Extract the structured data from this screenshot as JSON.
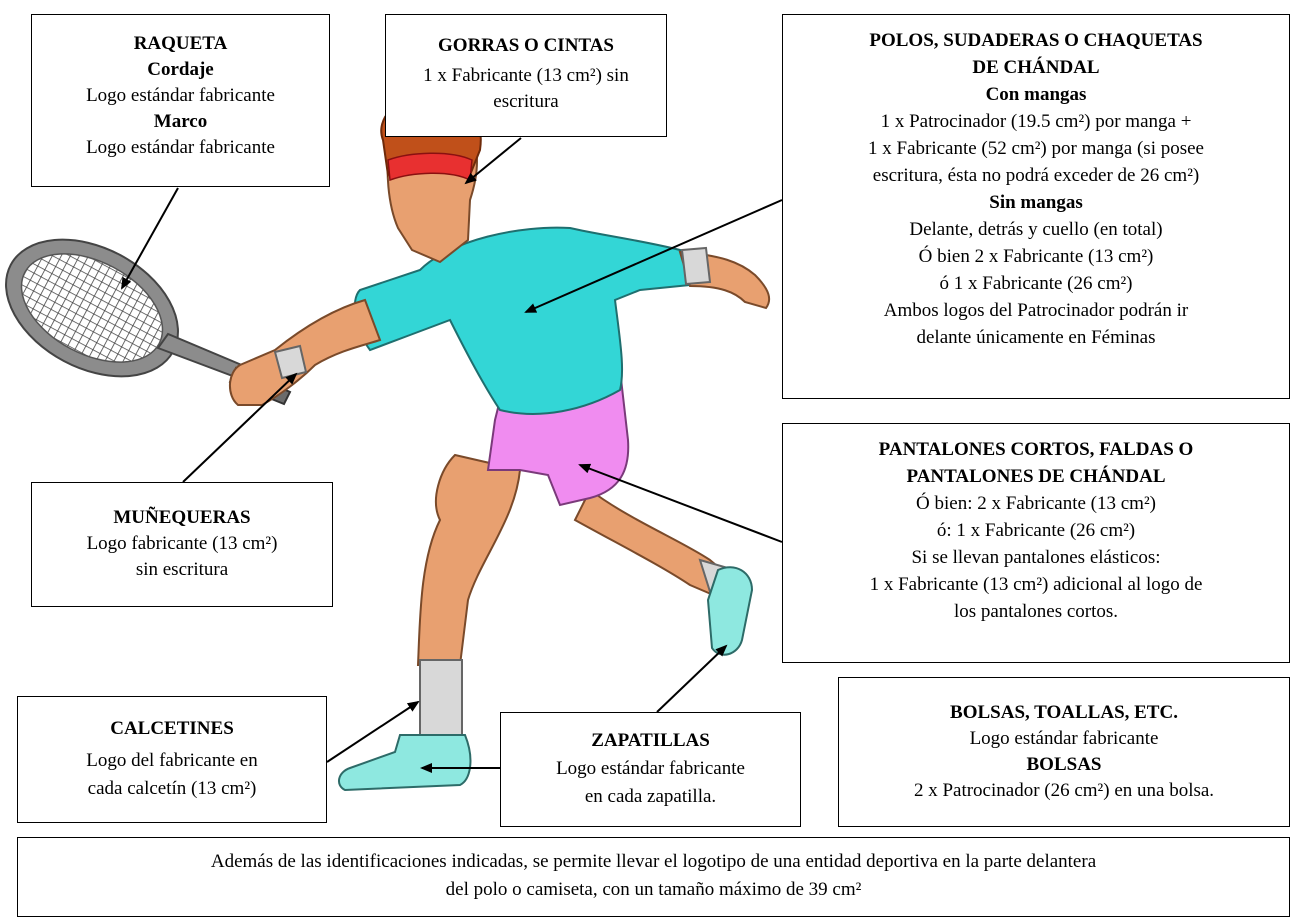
{
  "raqueta": {
    "title": "RAQUETA",
    "sub1": "Cordaje",
    "line1": "Logo estándar fabricante",
    "sub2": "Marco",
    "line2": "Logo estándar fabricante"
  },
  "gorras": {
    "title": "GORRAS O CINTAS",
    "line1": "1 x Fabricante (13 cm²) sin",
    "line2": "escritura"
  },
  "polos": {
    "title1": "POLOS, SUDADERAS O CHAQUETAS",
    "title2": "DE CHÁNDAL",
    "sub1": "Con mangas",
    "l1": "1 x Patrocinador (19.5 cm²) por manga +",
    "l2": "1 x Fabricante (52 cm²) por manga (si posee",
    "l3": "escritura, ésta no podrá exceder de 26 cm²)",
    "sub2": "Sin mangas",
    "l4": "Delante, detrás y cuello (en total)",
    "l5": "Ó bien 2 x Fabricante (13 cm²)",
    "l6": "ó 1 x Fabricante (26 cm²)",
    "l7": "Ambos logos del Patrocinador podrán ir",
    "l8": "delante únicamente en Féminas"
  },
  "munequeras": {
    "title": "MUÑEQUERAS",
    "line1": "Logo fabricante (13 cm²)",
    "line2": "sin escritura"
  },
  "pantalones": {
    "title1": "PANTALONES CORTOS, FALDAS O",
    "title2": "PANTALONES DE CHÁNDAL",
    "l1": "Ó bien: 2 x Fabricante (13 cm²)",
    "l2": "ó: 1 x Fabricante (26 cm²)",
    "l3": "Si se llevan pantalones elásticos:",
    "l4": "1 x Fabricante (13 cm²) adicional al logo de",
    "l5": "los pantalones cortos."
  },
  "calcetines": {
    "title": "CALCETINES",
    "line1": "Logo del fabricante en",
    "line2": "cada calcetín (13 cm²)"
  },
  "zapatillas": {
    "title": "ZAPATILLAS",
    "line1": "Logo estándar fabricante",
    "line2": "en cada zapatilla."
  },
  "bolsas": {
    "title": "BOLSAS, TOALLAS, ETC.",
    "line1": "Logo estándar fabricante",
    "sub": "BOLSAS",
    "line2": "2 x Patrocinador (26 cm²) en una bolsa."
  },
  "footer": {
    "line1": "Además de las identificaciones indicadas, se permite llevar el logotipo de una entidad deportiva en la parte delantera",
    "line2": "del polo o camiseta, con un tamaño máximo de 39 cm²"
  },
  "colors": {
    "shirt": "#33d6d6",
    "shorts": "#f08cf0",
    "skin": "#e8a070",
    "hair": "#c0501a",
    "headband": "#e83030",
    "sock": "#d8d8d8",
    "shoe": "#8ee8e0",
    "racket": "#8c8c8c"
  }
}
